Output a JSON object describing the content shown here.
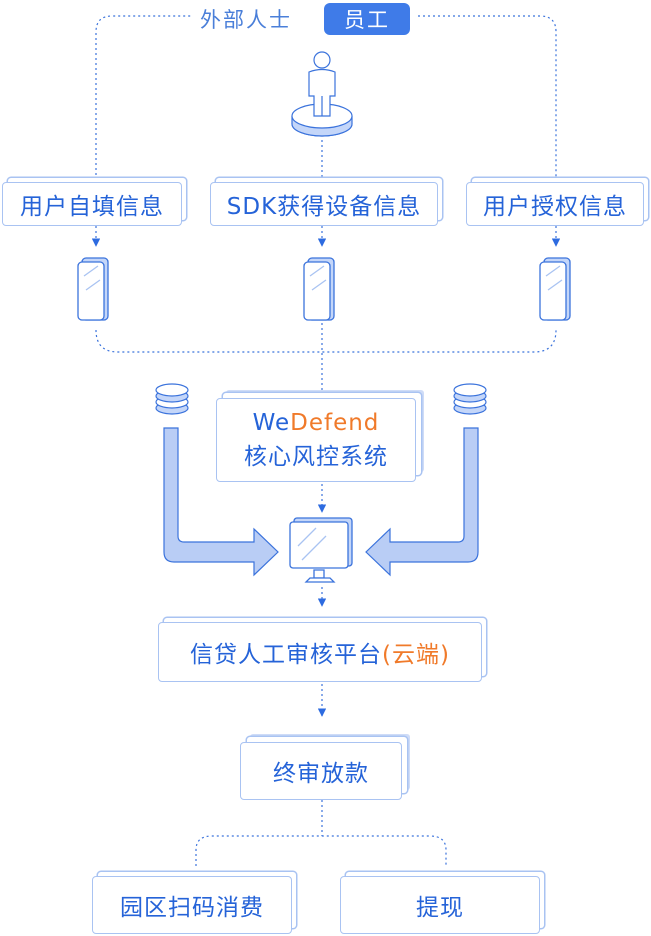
{
  "header": {
    "external_label": "外部人士",
    "employee_tag": "员工"
  },
  "sources": {
    "user_filled": "用户自填信息",
    "sdk_device": "SDK获得设备信息",
    "user_authorized": "用户授权信息"
  },
  "risk_system": {
    "brand_we": "We",
    "brand_defend": "Defend",
    "name": "核心风控系统"
  },
  "review_platform": {
    "name": "信贷人工审核平台",
    "cloud_note": "(云端)"
  },
  "final_review": "终审放款",
  "outcomes": {
    "park_scan": "园区扫码消费",
    "withdraw": "提现"
  },
  "colors": {
    "primary": "#2563d8",
    "accent_orange": "#f07a2a",
    "light_blue": "#a9c3f2",
    "arrow_fill": "#b9cdf5"
  },
  "icons": [
    "person-on-pedestal-icon",
    "phone-icon",
    "coin-stack-icon",
    "monitor-icon"
  ]
}
